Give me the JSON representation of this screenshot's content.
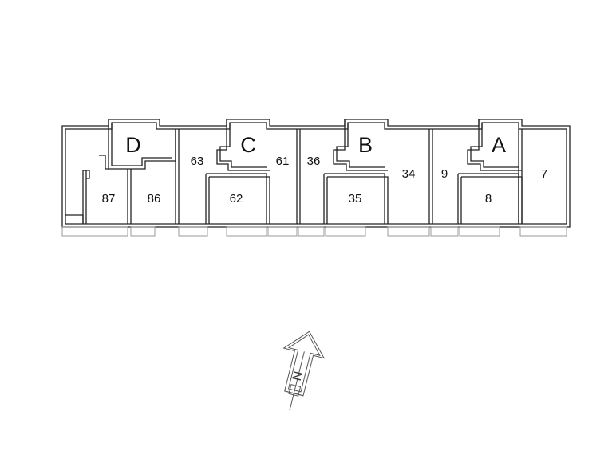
{
  "stairwells": [
    {
      "id": "D",
      "label": "D"
    },
    {
      "id": "C",
      "label": "C"
    },
    {
      "id": "B",
      "label": "B"
    },
    {
      "id": "A",
      "label": "A"
    }
  ],
  "units": [
    {
      "id": "87",
      "label": "87"
    },
    {
      "id": "86",
      "label": "86"
    },
    {
      "id": "63",
      "label": "63"
    },
    {
      "id": "62",
      "label": "62"
    },
    {
      "id": "61",
      "label": "61"
    },
    {
      "id": "36",
      "label": "36"
    },
    {
      "id": "35",
      "label": "35"
    },
    {
      "id": "34",
      "label": "34"
    },
    {
      "id": "9",
      "label": "9"
    },
    {
      "id": "8",
      "label": "8"
    },
    {
      "id": "7",
      "label": "7"
    }
  ],
  "north_arrow": {
    "label": "N",
    "icon": "north-arrow-icon"
  }
}
